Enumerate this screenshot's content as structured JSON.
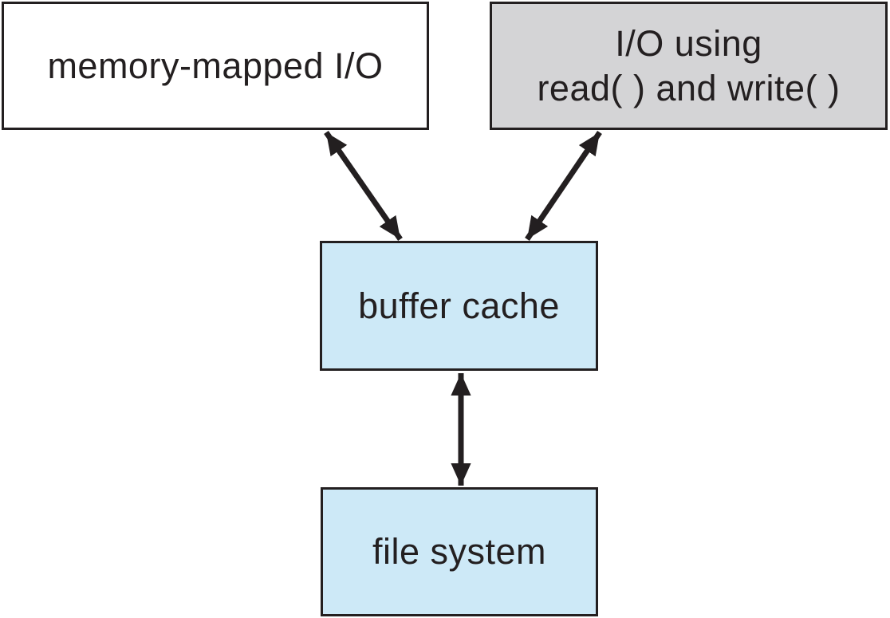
{
  "nodes": {
    "memory_mapped_io": {
      "label": "memory-mapped I/O",
      "fill": "#ffffff"
    },
    "io_using_read_write": {
      "line1": "I/O using",
      "line2": "read( ) and write( )",
      "fill": "#d4d4d6"
    },
    "buffer_cache": {
      "label": "buffer cache",
      "fill": "#cde9f7"
    },
    "file_system": {
      "label": "file system",
      "fill": "#cde9f7"
    }
  },
  "edges": [
    {
      "from": "memory_mapped_io",
      "to": "buffer_cache",
      "direction": "bidirectional"
    },
    {
      "from": "io_using_read_write",
      "to": "buffer_cache",
      "direction": "bidirectional"
    },
    {
      "from": "buffer_cache",
      "to": "file_system",
      "direction": "bidirectional"
    }
  ],
  "colors": {
    "background": "#ffffff",
    "border": "#231f20",
    "arrow": "#231f20",
    "text": "#231f20",
    "node_blue": "#cde9f7",
    "node_gray": "#d4d4d6",
    "node_white": "#ffffff"
  }
}
